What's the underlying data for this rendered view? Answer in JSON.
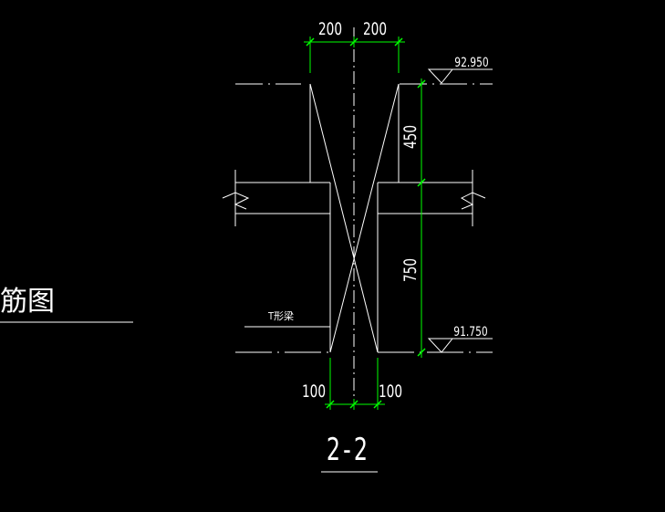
{
  "drawing": {
    "dims_top": [
      "200",
      "200"
    ],
    "dims_bottom": [
      "100",
      "100"
    ],
    "dim_upper": "450",
    "dim_lower": "750",
    "elevation_top": "92.950",
    "elevation_bottom": "91.750",
    "beam_label": "T形梁",
    "section_title": "2-2",
    "partial_title": "筋图"
  },
  "colors": {
    "background": "#000000",
    "lines": "#ffffff",
    "dimension": "#00ff00"
  }
}
